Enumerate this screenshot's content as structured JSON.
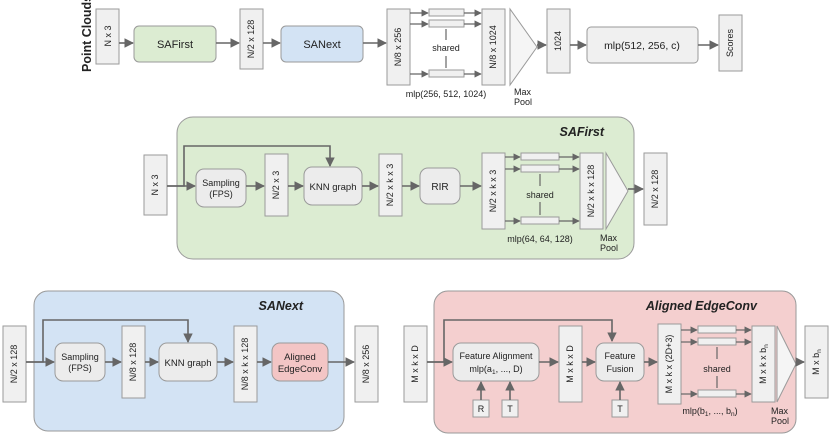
{
  "colors": {
    "safirst_fill": "#dcecd2",
    "sanext_fill": "#d3e3f4",
    "aligned_fill": "#f4cfcf",
    "aligned_block_fill": "#f3c5c5",
    "tensor_fill": "#f0f0f0",
    "arrow": "#666666"
  },
  "top": {
    "input_label": "Point Clouds",
    "t1": "N x 3",
    "safirst": "SAFirst",
    "t2": "N/2 x 128",
    "sanext": "SANext",
    "t3": "N/8 x 256",
    "shared": "shared",
    "t4": "N/8  x 1024",
    "mlp_caption": "mlp(256, 512, 1024)",
    "maxpool": [
      "Max",
      "Pool"
    ],
    "t5": "1024",
    "mlp2": "mlp(512, 256, c)",
    "scores": "Scores"
  },
  "safirst": {
    "title": "SAFirst",
    "t_in": "N x 3",
    "sampling": [
      "Sampling",
      "(FPS)"
    ],
    "t_a": "N/2 x 3",
    "knn": "KNN graph",
    "t_b": "N/2 x k x 3",
    "rir": "RIR",
    "t_c": "N/2 x k x 3",
    "shared": "shared",
    "t_d": "N/2 x k x 128",
    "mlp_caption": "mlp(64, 64, 128)",
    "maxpool": [
      "Max",
      "Pool"
    ],
    "t_out": "N/2 x 128"
  },
  "sanext": {
    "title": "SANext",
    "t_in": "N/2 x 128",
    "sampling": [
      "Sampling",
      "(FPS)"
    ],
    "t_a": "N/8 x 128",
    "knn": "KNN graph",
    "t_b": "N/8 x k  x 128",
    "aligned": [
      "Aligned",
      "EdgeConv"
    ],
    "t_out": "N/8 x 256"
  },
  "aligned": {
    "title": "Aligned EdgeConv",
    "t_in": "M x k x D",
    "feat_align": "Feature Alignment",
    "feat_align_mlp": "mlp(a",
    "feat_align_mlp_sub": "1",
    "feat_align_mlp_rest": ", ..., D)",
    "R": "R",
    "T1": "T",
    "t_a": "M x k x D",
    "fusion": [
      "Feature",
      "Fusion"
    ],
    "T2": "T",
    "t_b": "M x k x (2D+3)",
    "shared": "shared",
    "t_c_main": "M x k x b",
    "t_c_sub": "n",
    "mlp_caption_a": "mlp(b",
    "mlp_caption_sub1": "1",
    "mlp_caption_b": ", ...,  b",
    "mlp_caption_sub2": "n",
    "mlp_caption_c": ")",
    "maxpool": [
      "Max",
      "Pool"
    ],
    "t_out_main": "M x b",
    "t_out_sub": "n"
  }
}
